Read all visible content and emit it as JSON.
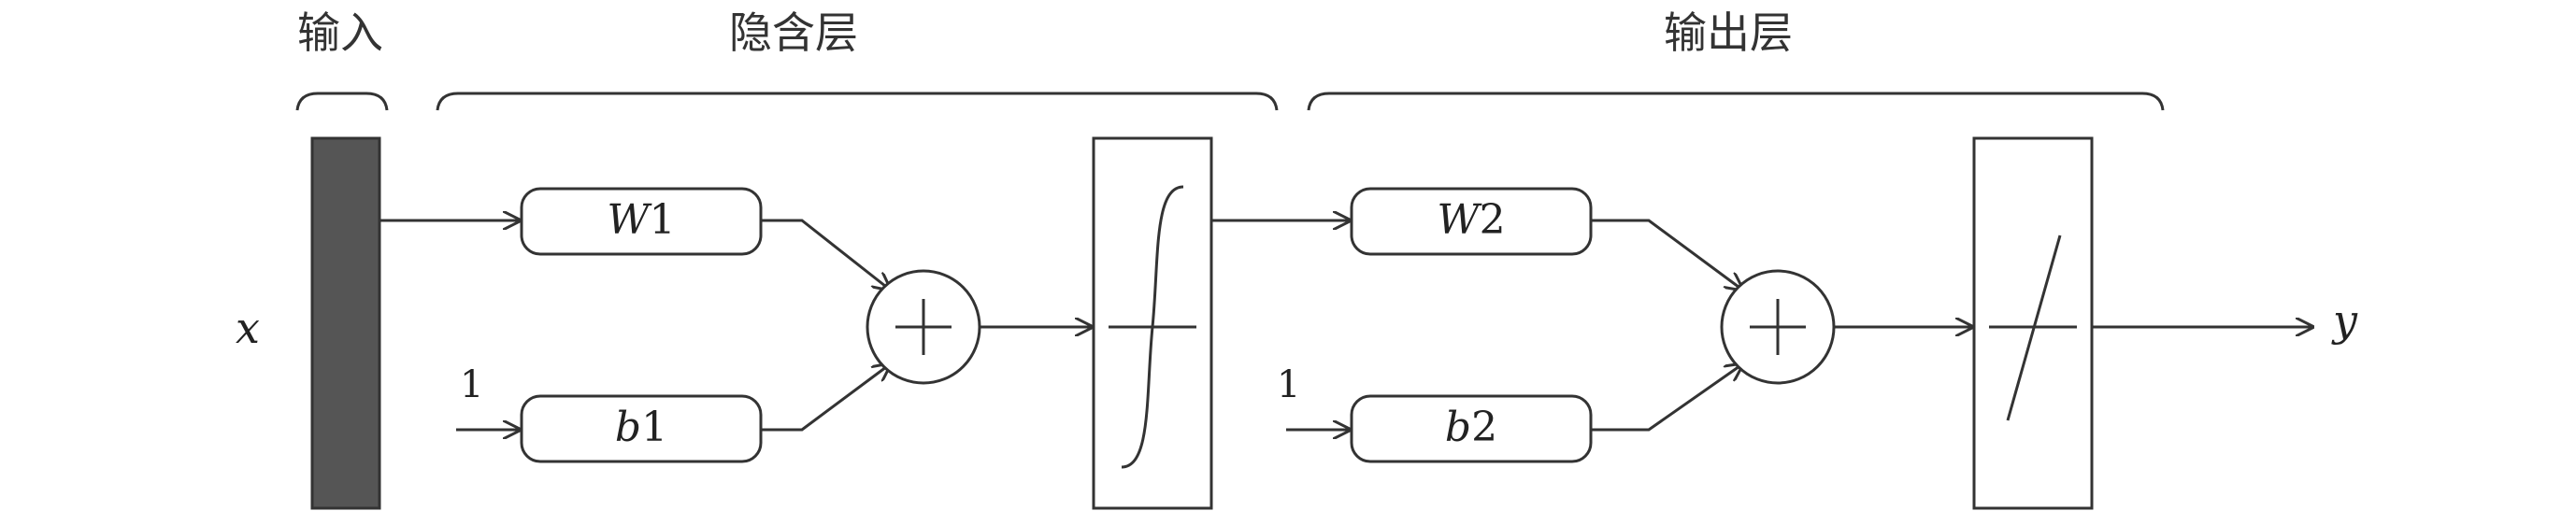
{
  "sections": {
    "input": "输入",
    "hidden": "隐含层",
    "output": "输出层"
  },
  "labels": {
    "x": "x",
    "y": "y",
    "bias_input_1": "1",
    "bias_input_2": "1"
  },
  "hidden_layer": {
    "weight": {
      "italic": "W",
      "plain": "1"
    },
    "bias": {
      "italic": "b",
      "plain": "1"
    },
    "sum_symbol": "+",
    "activation": "sigmoid"
  },
  "output_layer": {
    "weight": {
      "italic": "W",
      "plain": "2"
    },
    "bias": {
      "italic": "b",
      "plain": "2"
    },
    "sum_symbol": "+",
    "activation": "linear"
  },
  "colors": {
    "stroke": "#333333",
    "input_bar": "#555555",
    "background": "#ffffff"
  }
}
